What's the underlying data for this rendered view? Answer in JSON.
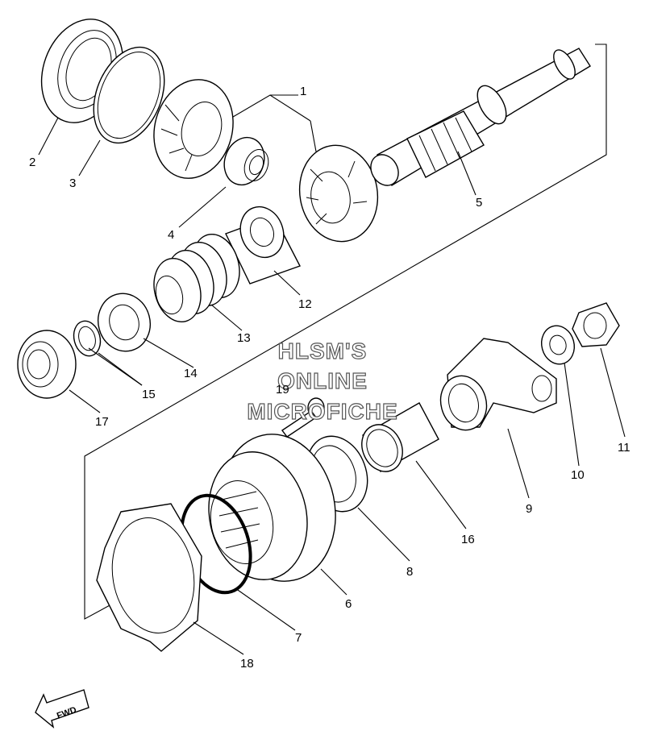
{
  "callouts": {
    "c1": "1",
    "c2": "2",
    "c3": "3",
    "c4": "4",
    "c5": "5",
    "c6": "6",
    "c7": "7",
    "c8": "8",
    "c9": "9",
    "c10": "10",
    "c11": "11",
    "c12": "12",
    "c13": "13",
    "c14": "14",
    "c15": "15",
    "c16": "16",
    "c17": "17",
    "c18": "18",
    "c19": "19"
  },
  "watermark": {
    "line1": "HLSM'S",
    "line2": "ONLINE",
    "line3": "MICROFICHE"
  },
  "direction": {
    "label": "FWD"
  },
  "colors": {
    "ink": "#000000",
    "paper": "#ffffff",
    "watermark_outline": "#555555"
  }
}
